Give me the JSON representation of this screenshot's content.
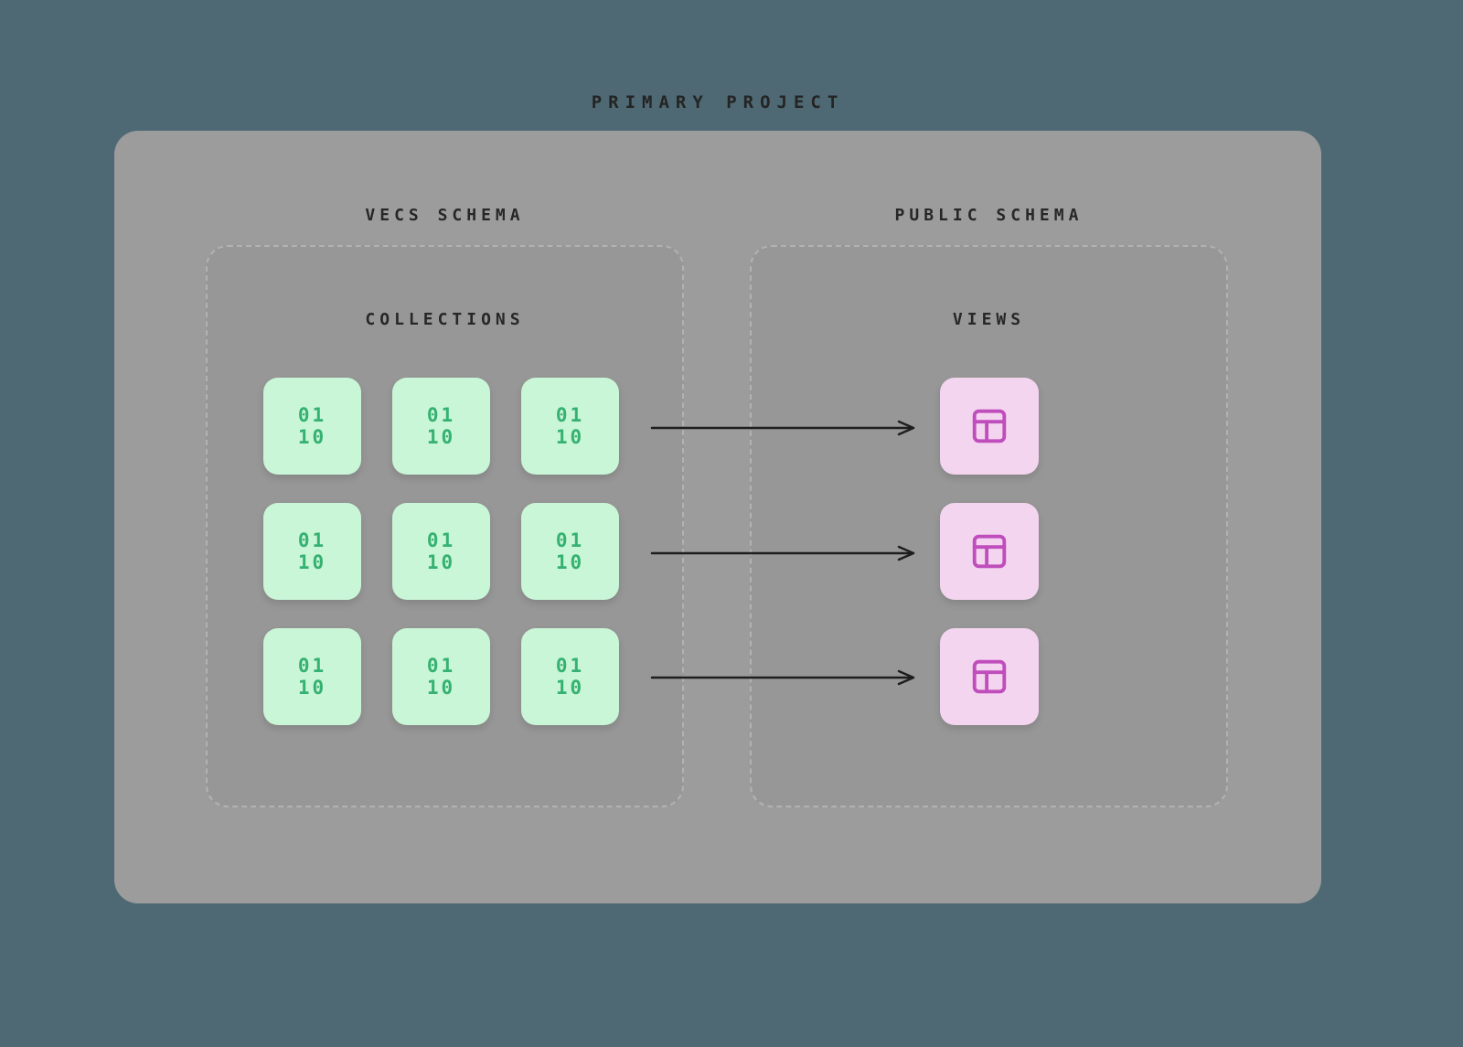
{
  "title": "PRIMARY PROJECT",
  "vecs_schema": {
    "label": "VECS SCHEMA",
    "section_title": "COLLECTIONS",
    "collection_count": 9,
    "binary_lines": [
      "01",
      "10"
    ]
  },
  "public_schema": {
    "label": "PUBLIC SCHEMA",
    "section_title": "VIEWS",
    "view_count": 3
  },
  "icons": {
    "collection": "binary-digits-icon",
    "view": "table-icon",
    "connector": "right-arrow-icon"
  },
  "colors": {
    "page_background": "#4e6973",
    "project_container": "#9c9c9c",
    "schema_panel": "#979797",
    "panel_dashed_border": "#b2b2b2",
    "collection_fill": "#c9f6d6",
    "collection_text": "#35b171",
    "view_fill": "#f3d5ef",
    "view_icon_stroke": "#c04dbc",
    "arrow": "#1e1e1e",
    "label_text": "#272727"
  }
}
